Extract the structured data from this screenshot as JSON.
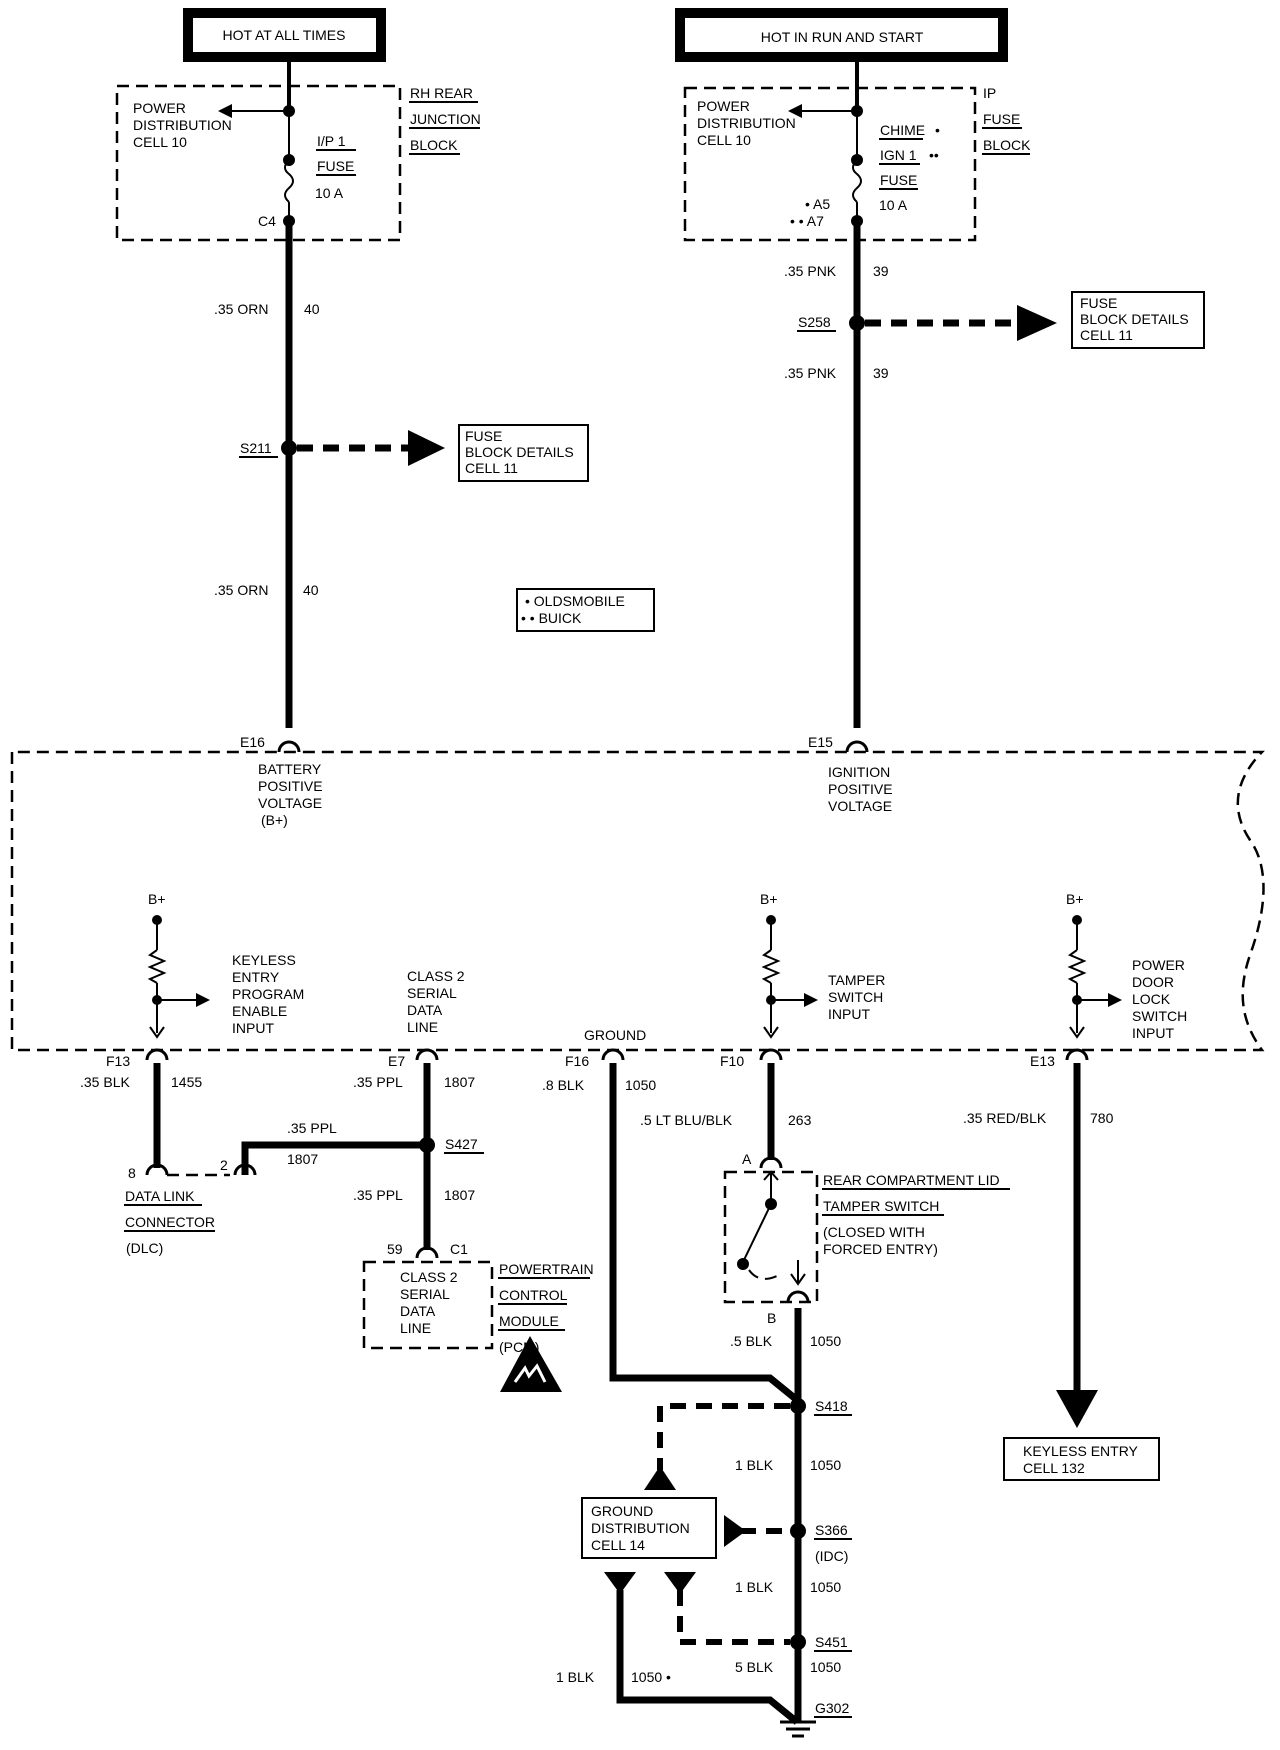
{
  "headers": {
    "hot_always": "HOT AT ALL TIMES",
    "hot_run_start": "HOT IN RUN AND START"
  },
  "left_fuse_block": {
    "power_dist": [
      "POWER",
      "DISTRIBUTION",
      "CELL 10"
    ],
    "side": [
      "RH REAR",
      "JUNCTION",
      "BLOCK"
    ],
    "fuse": [
      "I/P 1",
      "FUSE",
      "10 A"
    ],
    "terminal": "C4"
  },
  "right_fuse_block": {
    "power_dist": [
      "POWER",
      "DISTRIBUTION",
      "CELL 10"
    ],
    "side": [
      "IP",
      "FUSE",
      "BLOCK"
    ],
    "fuse_chime": "CHIME",
    "fuse_chime_mark": "•",
    "fuse_ign": "IGN 1",
    "fuse_ign_mark": "••",
    "fuse_label": "FUSE",
    "fuse_amp": "10 A",
    "term_a5": "• A5",
    "term_a7": "• • A7"
  },
  "wires": {
    "w40_top": {
      "gauge": ".35 ORN",
      "circuit": "40"
    },
    "w40_bot": {
      "gauge": ".35 ORN",
      "circuit": "40"
    },
    "w39_top": {
      "gauge": ".35 PNK",
      "circuit": "39"
    },
    "w39_bot": {
      "gauge": ".35 PNK",
      "circuit": "39"
    },
    "w1455": {
      "gauge": ".35 BLK",
      "circuit": "1455"
    },
    "w1807_a": {
      "gauge": ".35 PPL",
      "circuit": "1807"
    },
    "w1807_b": {
      "gauge": ".35 PPL",
      "circuit": "1807"
    },
    "w1807_c": {
      "gauge": ".35 PPL",
      "circuit": "1807"
    },
    "w1050_f16": {
      "gauge": ".8 BLK",
      "circuit": "1050"
    },
    "w263": {
      "gauge": ".5 LT BLU/BLK",
      "circuit": "263"
    },
    "w780": {
      "gauge": ".35 RED/BLK",
      "circuit": "780"
    },
    "w1050_b": {
      "gauge": ".5 BLK",
      "circuit": "1050"
    },
    "w1050_s418": {
      "gauge": "1 BLK",
      "circuit": "1050"
    },
    "w1050_s366": {
      "gauge": "1 BLK",
      "circuit": "1050"
    },
    "w1050_s451": {
      "gauge": "5 BLK",
      "circuit": "1050"
    },
    "w1050_left": {
      "gauge": "1 BLK",
      "circuit": "1050 •"
    }
  },
  "splices": {
    "s211": "S211",
    "s258": "S258",
    "s427": "S427",
    "s418": "S418",
    "s366": "S366",
    "s366_sub": "(IDC)",
    "s451": "S451",
    "g302": "G302"
  },
  "refs": {
    "fuse_block_details_1": [
      "FUSE",
      "BLOCK DETAILS",
      "CELL 11"
    ],
    "fuse_block_details_2": [
      "FUSE",
      "BLOCK DETAILS",
      "CELL 11"
    ],
    "keyless_entry": [
      "KEYLESS ENTRY",
      "CELL 132"
    ],
    "ground_dist": [
      "GROUND",
      "DISTRIBUTION",
      "CELL 14"
    ]
  },
  "legend": {
    "line1": "• OLDSMOBILE",
    "line2": "• • BUICK"
  },
  "module": {
    "e16": "E16",
    "e16_label": [
      "BATTERY",
      "POSITIVE",
      "VOLTAGE",
      "(B+)"
    ],
    "e15": "E15",
    "e15_label": [
      "IGNITION",
      "POSITIVE",
      "VOLTAGE"
    ],
    "bplus": "B+",
    "keyless_label": [
      "KEYLESS",
      "ENTRY",
      "PROGRAM",
      "ENABLE",
      "INPUT"
    ],
    "class2_label": [
      "CLASS 2",
      "SERIAL",
      "DATA",
      "LINE"
    ],
    "ground_label": "GROUND",
    "tamper_label": [
      "TAMPER",
      "SWITCH",
      "INPUT"
    ],
    "pdl_label": [
      "POWER",
      "DOOR",
      "LOCK",
      "SWITCH",
      "INPUT"
    ],
    "f13": "F13",
    "e7": "E7",
    "f16": "F16",
    "f10": "F10",
    "e13": "E13"
  },
  "dlc": {
    "pin8": "8",
    "pin2": "2",
    "label": [
      "DATA LINK",
      "CONNECTOR",
      "(DLC)"
    ]
  },
  "pcm": {
    "pin59": "59",
    "pinc1": "C1",
    "inner": [
      "CLASS 2",
      "SERIAL",
      "DATA",
      "LINE"
    ],
    "side": [
      "POWERTRAIN",
      "CONTROL",
      "MODULE",
      "(PCM)"
    ]
  },
  "tamper_switch": {
    "pin_a": "A",
    "pin_b": "B",
    "label": [
      "REAR COMPARTMENT LID",
      "TAMPER SWITCH",
      "(CLOSED WITH",
      "FORCED ENTRY)"
    ]
  }
}
